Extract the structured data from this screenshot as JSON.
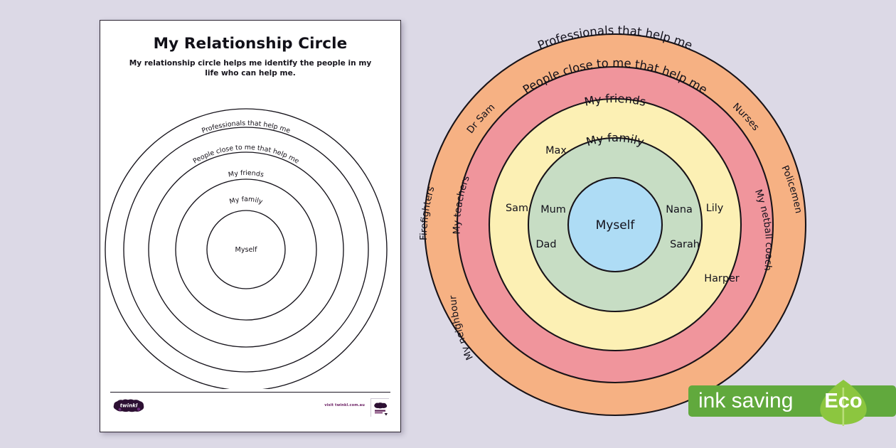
{
  "background_color": "#dcd9e6",
  "worksheet": {
    "title": "My Relationship Circle",
    "subtitle": "My relationship circle helps me identify the people in my life who can help me.",
    "rings": [
      {
        "label": "Professionals that help me",
        "level": 5
      },
      {
        "label": "People close to me that help me",
        "level": 4
      },
      {
        "label": "My friends",
        "level": 3
      },
      {
        "label": "My family",
        "level": 2
      },
      {
        "label": "Myself",
        "level": 1
      }
    ],
    "footer": {
      "logo_text": "twinkl",
      "url_text": "visit twinkl.com.au",
      "qr_icon": "qr-code-icon"
    }
  },
  "color_diagram": {
    "rings": [
      {
        "label": "Professionals that help me",
        "fill": "#f6b183",
        "entries": [
          "Firefighters",
          "Dr Sam",
          "Nurses",
          "Policemen"
        ]
      },
      {
        "label": "People close to me that help me",
        "fill": "#f0959c",
        "entries": [
          "My teachers",
          "My neighbour",
          "My netball coach"
        ]
      },
      {
        "label": "My friends",
        "fill": "#fcf0b4",
        "entries": [
          "Max",
          "Sam",
          "Lily",
          "Harper"
        ]
      },
      {
        "label": "My family",
        "fill": "#c7ddc4",
        "entries": [
          "Mum",
          "Dad",
          "Nana",
          "Sarah"
        ]
      },
      {
        "label": "Myself",
        "fill": "#aedcf5",
        "entries": []
      }
    ],
    "stroke_color": "#181318"
  },
  "eco_badge": {
    "text": "ink saving",
    "leaf_text": "Eco",
    "bar_color": "#61a93d",
    "leaf_color": "#8cc63f",
    "leaf_icon": "leaf-icon"
  },
  "chart_data": {
    "type": "pie",
    "title": "My Relationship Circle",
    "note": "concentric relationship circle; 5 nested levels from self outward",
    "categories": [
      "Myself",
      "My family",
      "My friends",
      "People close to me that help me",
      "Professionals that help me"
    ],
    "values": [
      1,
      2,
      3,
      4,
      5
    ],
    "xlabel": "",
    "ylabel": "",
    "legend": "none",
    "grid": false
  }
}
